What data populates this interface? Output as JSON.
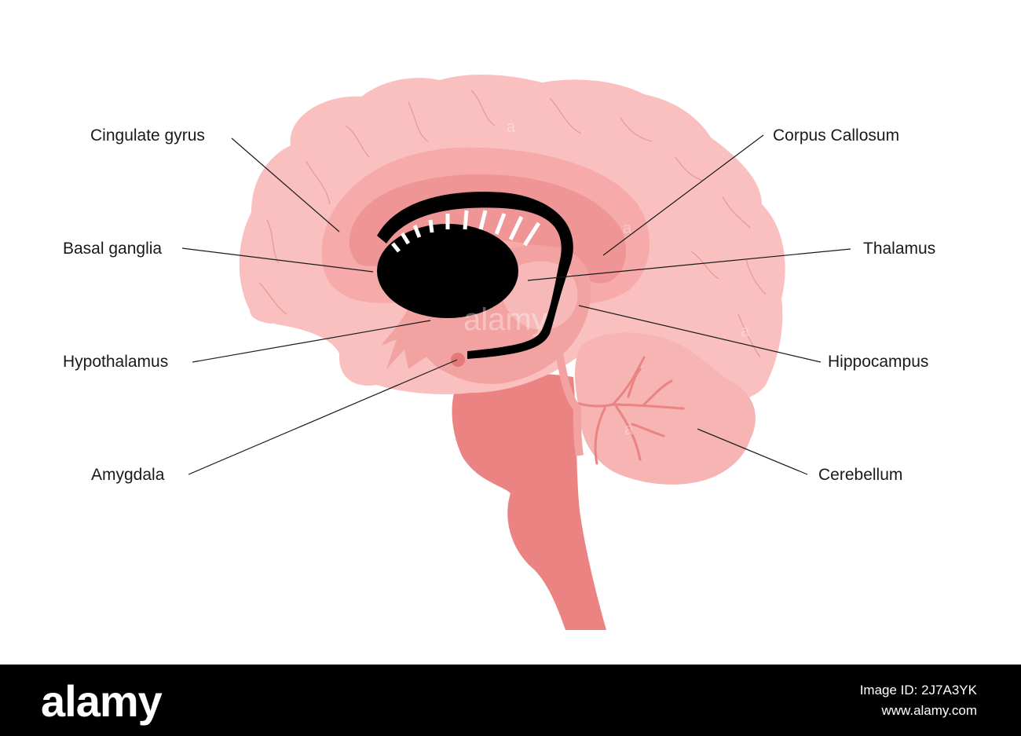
{
  "colors": {
    "cortex": "#f9c0bf",
    "cingulate": "#f6aaa9",
    "callosum": "#ef9595",
    "inner": "#f2a3a1",
    "brainstem": "#ea8382",
    "ventricle": "#000000",
    "lines": "#1a1a1a",
    "footer": "#000000"
  },
  "labels": {
    "cingulate": "Cingulate gyrus",
    "basal": "Basal ganglia",
    "hypothalamus": "Hypothalamus",
    "amygdala": "Amygdala",
    "callosum": "Corpus Callosum",
    "thalamus": "Thalamus",
    "hippocampus": "Hippocampus",
    "cerebellum": "Cerebellum"
  },
  "watermark": {
    "text": "alamy",
    "letter": "a"
  },
  "footer": {
    "logo": "alamy",
    "image_id": "Image ID: 2J7A3YK",
    "site": "www.alamy.com"
  }
}
